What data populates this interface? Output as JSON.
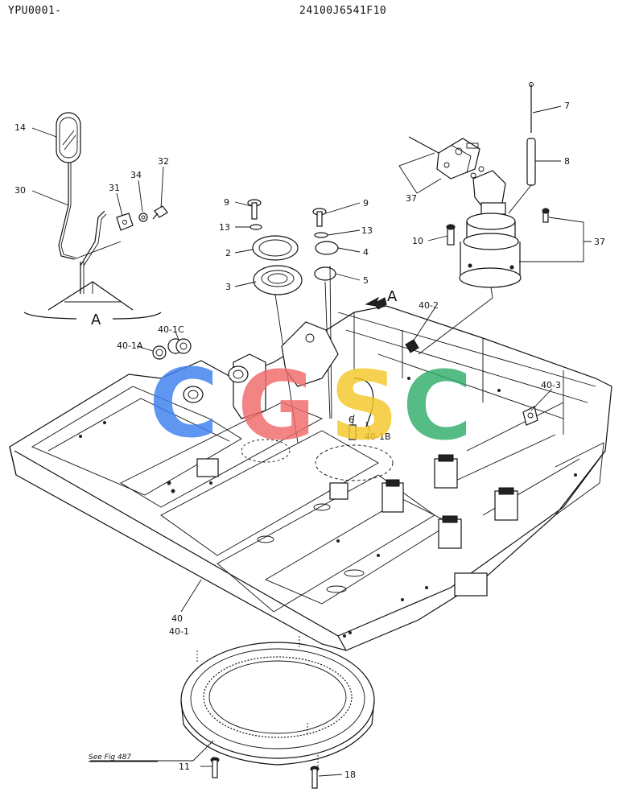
{
  "header": {
    "left_code": "YPU0001-",
    "drawing_number": "24100J6541F10"
  },
  "callouts": {
    "c14": "14",
    "c30": "30",
    "c31": "31",
    "c34": "34",
    "c32": "32",
    "c9a": "9",
    "c13a": "13",
    "c2": "2",
    "c3": "3",
    "c9b": "9",
    "c13b": "13",
    "c4": "4",
    "c5": "5",
    "c7": "7",
    "c8": "8",
    "c37a": "37",
    "c37b": "37",
    "c10": "10",
    "c40_1A": "40-1A",
    "c40_1C": "40-1C",
    "c40_2": "40-2",
    "c40_3": "40-3",
    "c6": "6",
    "c40_1B": "40-1B",
    "c40": "40",
    "c40_1": "40-1",
    "c11": "11",
    "c18": "18"
  },
  "view_labels": {
    "detail": "A",
    "arrow": "A"
  },
  "reference_note": "See Fig 487",
  "watermark": {
    "letters": [
      "C",
      "G",
      "S",
      "C"
    ],
    "colors": [
      "#3d7ff0",
      "#f06a6a",
      "#f5c82a",
      "#2fae6a"
    ]
  }
}
